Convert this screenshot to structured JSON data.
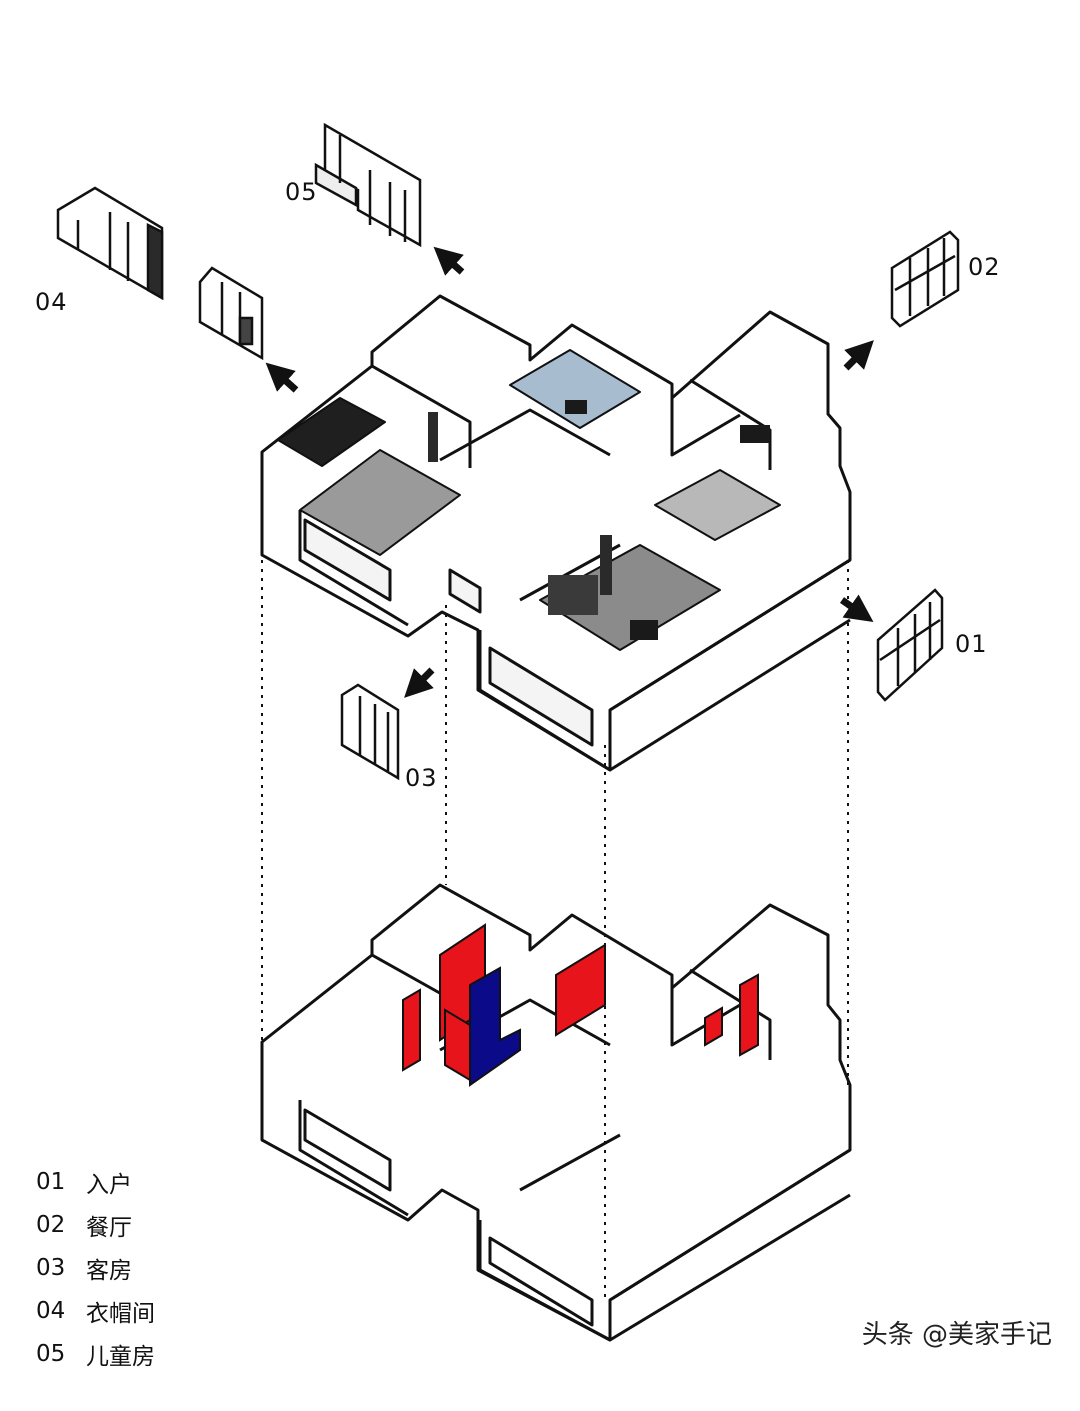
{
  "cabinet_labels": {
    "c01": "01",
    "c02": "02",
    "c03": "03",
    "c04": "04",
    "c05": "05"
  },
  "legend": [
    {
      "code": "01",
      "name": "入户"
    },
    {
      "code": "02",
      "name": "餐厅"
    },
    {
      "code": "03",
      "name": "客房"
    },
    {
      "code": "04",
      "name": "衣帽间"
    },
    {
      "code": "05",
      "name": "儿童房"
    }
  ],
  "watermark": "头条 @美家手记",
  "colors": {
    "wall_stroke": "#111111",
    "wall_fill": "#ffffff",
    "highlight_red": "#e8141c",
    "highlight_blue": "#0b0b8a",
    "floor_gray": "#8e8e8e",
    "dark_accent": "#2a2a2a"
  }
}
